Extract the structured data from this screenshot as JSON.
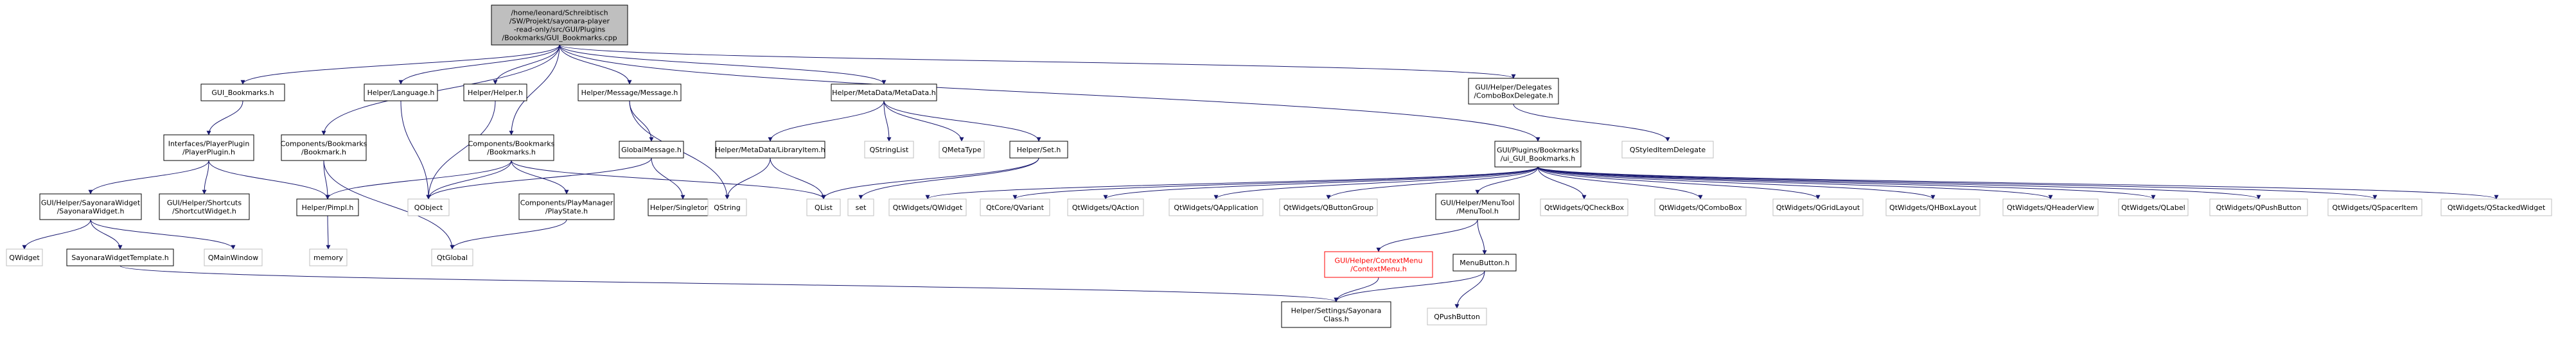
{
  "diagram": {
    "root": {
      "lines": [
        "/home/leonard/Schreibtisch",
        "/SW/Projekt/sayonara-player",
        "-read-only/src/GUI/Plugins",
        "/Bookmarks/GUI_Bookmarks.cpp"
      ]
    },
    "nodes": {
      "gui_bookmarks_h": {
        "lines": [
          "GUI_Bookmarks.h"
        ]
      },
      "helper_language_h": {
        "lines": [
          "Helper/Language.h"
        ]
      },
      "helper_helper_h": {
        "lines": [
          "Helper/Helper.h"
        ]
      },
      "components_bookmarks_bookmarks_h_top": {
        "lines": [
          "Components/Bookmarks",
          "/Bookmark.h"
        ]
      },
      "components_bookmarks_bookmarks_h": {
        "lines": [
          "Components/Bookmarks",
          "/Bookmarks.h"
        ]
      },
      "helper_message_message_h": {
        "lines": [
          "Helper/Message/Message.h"
        ]
      },
      "helper_metadata_metadata_h": {
        "lines": [
          "Helper/MetaData/MetaData.h"
        ]
      },
      "gui_helper_delegates_comboboxdelegate_h": {
        "lines": [
          "GUI/Helper/Delegates",
          "/ComboBoxDelegate.h"
        ]
      },
      "interfaces_playerplugin_playerplugin_h": {
        "lines": [
          "Interfaces/PlayerPlugin",
          "/PlayerPlugin.h"
        ]
      },
      "globalmessage_h": {
        "lines": [
          "GlobalMessage.h"
        ]
      },
      "helper_metadata_libraryitem_h": {
        "lines": [
          "Helper/MetaData/LibraryItem.h"
        ]
      },
      "qstringlist": {
        "lines": [
          "QStringList"
        ]
      },
      "qmetatype": {
        "lines": [
          "QMetaType"
        ]
      },
      "helper_set_h": {
        "lines": [
          "Helper/Set.h"
        ]
      },
      "gui_plugins_bookmarks_ui_gui_bookmarks_h": {
        "lines": [
          "GUI/Plugins/Bookmarks",
          "/ui_GUI_Bookmarks.h"
        ]
      },
      "qstyleditemdelegate": {
        "lines": [
          "QStyledItemDelegate"
        ]
      },
      "gui_helper_sayonarawidget_sayonarawidget_h": {
        "lines": [
          "GUI/Helper/SayonaraWidget",
          "/SayonaraWidget.h"
        ]
      },
      "gui_helper_shortcuts_shortcutwidget_h": {
        "lines": [
          "GUI/Helper/Shortcuts",
          "/ShortcutWidget.h"
        ]
      },
      "helper_pimpl_h": {
        "lines": [
          "Helper/Pimpl.h"
        ]
      },
      "qobject": {
        "lines": [
          "QObject"
        ]
      },
      "components_playmanager_playstate_h": {
        "lines": [
          "Components/PlayManager",
          "/PlayState.h"
        ]
      },
      "helper_singleton_h": {
        "lines": [
          "Helper/Singleton.h"
        ]
      },
      "qstring": {
        "lines": [
          "QString"
        ]
      },
      "qlist": {
        "lines": [
          "QList"
        ]
      },
      "set": {
        "lines": [
          "set"
        ]
      },
      "qtwidgets_qwidget": {
        "lines": [
          "QtWidgets/QWidget"
        ]
      },
      "qtcore_qvariant": {
        "lines": [
          "QtCore/QVariant"
        ]
      },
      "qtwidgets_qaction": {
        "lines": [
          "QtWidgets/QAction"
        ]
      },
      "qtwidgets_qapplication": {
        "lines": [
          "QtWidgets/QApplication"
        ]
      },
      "qtwidgets_qbuttongroup": {
        "lines": [
          "QtWidgets/QButtonGroup"
        ]
      },
      "gui_helper_menutool_menutool_h": {
        "lines": [
          "GUI/Helper/MenuTool",
          "/MenuTool.h"
        ]
      },
      "qtwidgets_qcheckbox": {
        "lines": [
          "QtWidgets/QCheckBox"
        ]
      },
      "qtwidgets_qcombobox": {
        "lines": [
          "QtWidgets/QComboBox"
        ]
      },
      "qtwidgets_qgridlayout": {
        "lines": [
          "QtWidgets/QGridLayout"
        ]
      },
      "qtwidgets_qhboxlayout": {
        "lines": [
          "QtWidgets/QHBoxLayout"
        ]
      },
      "qtwidgets_qheaderview": {
        "lines": [
          "QtWidgets/QHeaderView"
        ]
      },
      "qtwidgets_qlabel": {
        "lines": [
          "QtWidgets/QLabel"
        ]
      },
      "qtwidgets_qpushbutton": {
        "lines": [
          "QtWidgets/QPushButton"
        ]
      },
      "qtwidgets_qspaceritem": {
        "lines": [
          "QtWidgets/QSpacerItem"
        ]
      },
      "qtwidgets_qstackedwidget": {
        "lines": [
          "QtWidgets/QStackedWidget"
        ]
      },
      "qwidget": {
        "lines": [
          "QWidget"
        ]
      },
      "sayonarawidgettemplate_h": {
        "lines": [
          "SayonaraWidgetTemplate.h"
        ]
      },
      "qmainwindow": {
        "lines": [
          "QMainWindow"
        ]
      },
      "memory": {
        "lines": [
          "memory"
        ]
      },
      "qtglobal": {
        "lines": [
          "QtGlobal"
        ]
      },
      "gui_helper_contextmenu_contextmenu_h": {
        "lines": [
          "GUI/Helper/ContextMenu",
          "/ContextMenu.h"
        ]
      },
      "menubutton_h": {
        "lines": [
          "MenuButton.h"
        ]
      },
      "helper_settings_sayonaraclass_h": {
        "lines": [
          "Helper/Settings/Sayonara",
          "Class.h"
        ]
      },
      "qpushbutton": {
        "lines": [
          "QPushButton"
        ]
      }
    },
    "colors": {
      "edge": "#191970",
      "root_fill": "#bfbfbf",
      "node_border": "#000000",
      "external_border": "#bfbfbf",
      "highlight_border": "#ff0000"
    }
  }
}
